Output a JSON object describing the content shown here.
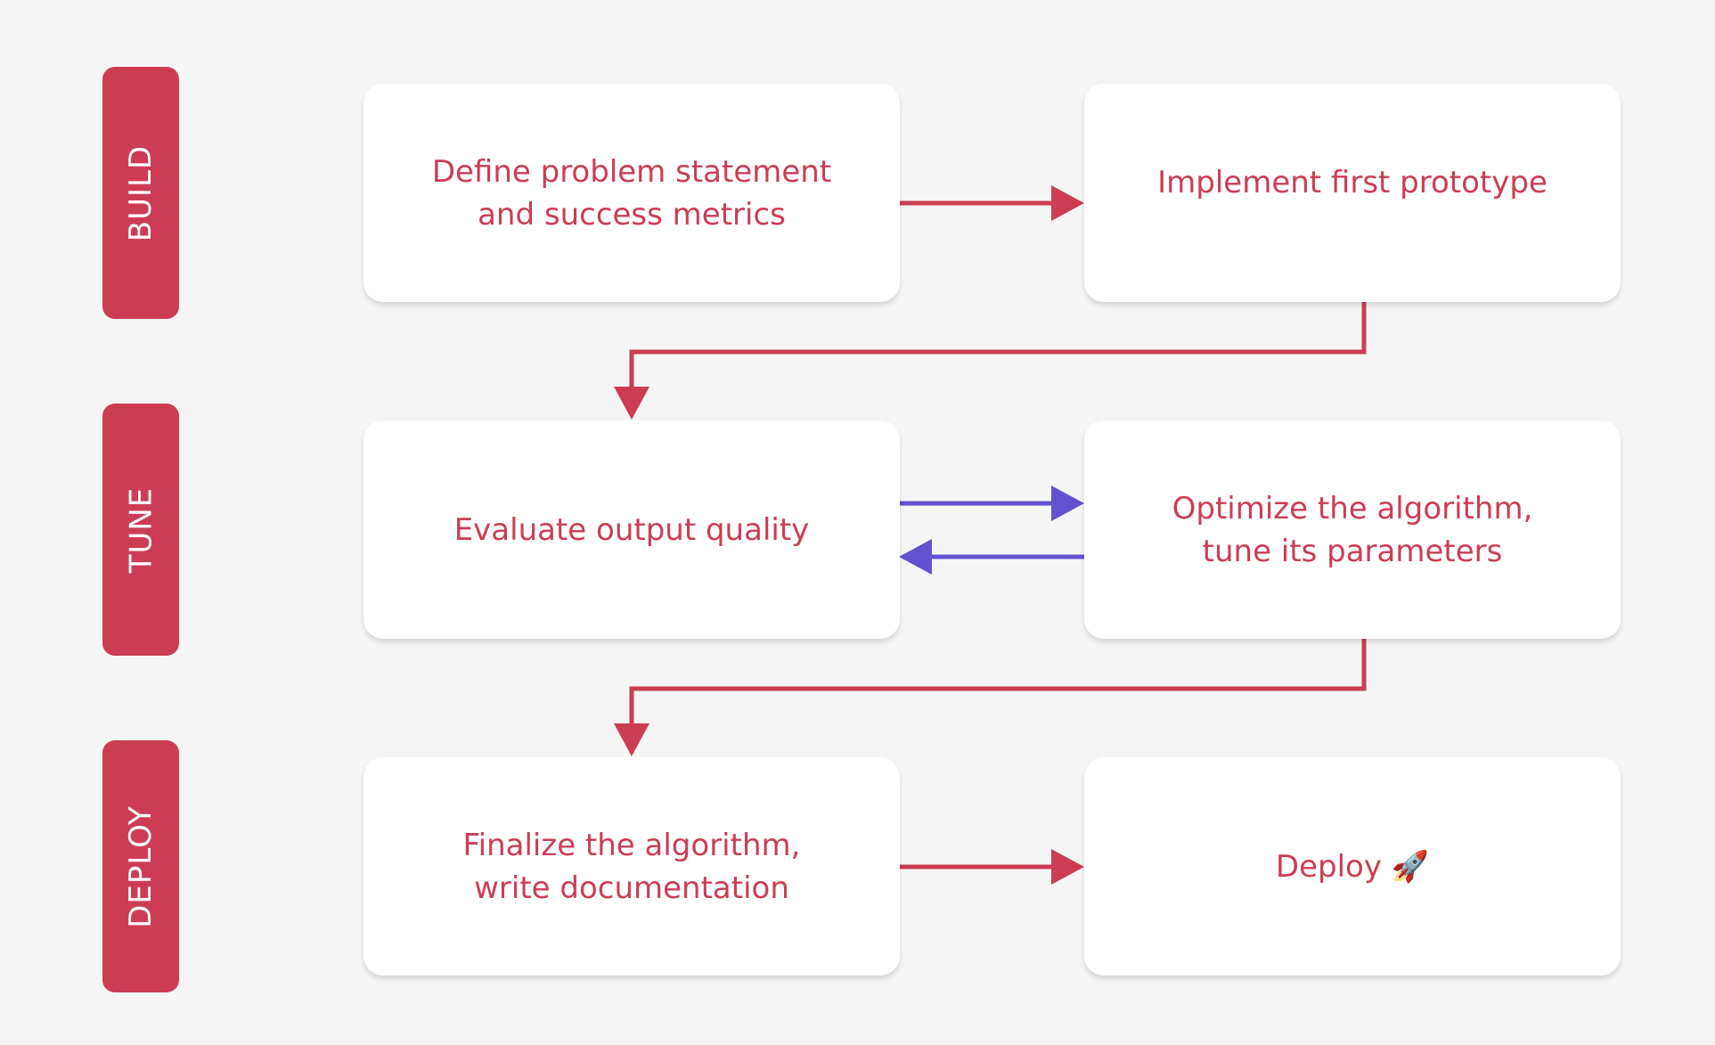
{
  "phases": [
    {
      "label": "BUILD"
    },
    {
      "label": "TUNE"
    },
    {
      "label": "DEPLOY"
    }
  ],
  "steps": {
    "define": {
      "line1": "Define problem statement",
      "line2": "and success metrics"
    },
    "implement": {
      "line1": "Implement first prototype",
      "line2": ""
    },
    "evaluate": {
      "line1": "Evaluate output quality",
      "line2": ""
    },
    "optimize": {
      "line1": "Optimize the algorithm,",
      "line2": "tune its parameters"
    },
    "finalize": {
      "line1": "Finalize the algorithm,",
      "line2": "write documentation"
    },
    "deploy": {
      "line1": "Deploy 🚀",
      "line2": ""
    }
  },
  "colors": {
    "background": "#f5f5f5",
    "accent": "#cc3d54",
    "feedback": "#6252d0",
    "box": "#ffffff"
  }
}
